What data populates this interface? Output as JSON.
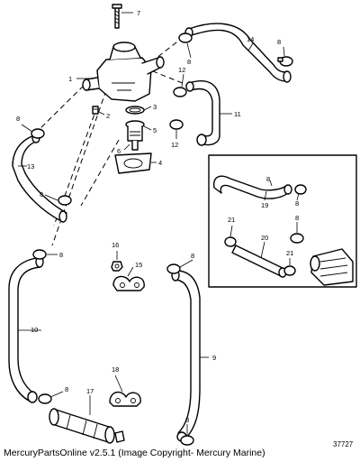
{
  "diagram": {
    "figure_number": "37727",
    "callouts": {
      "c1": "1",
      "c2": "2",
      "c3": "3",
      "c4": "4",
      "c5": "5",
      "c6": "6",
      "c7": "7",
      "c8": "8",
      "c9": "9",
      "c10": "10",
      "c11": "11",
      "c12": "12",
      "c13": "13",
      "c14": "14",
      "c15": "15",
      "c16": "16",
      "c17": "17",
      "c18": "18",
      "c19": "19",
      "c20": "20",
      "c21": "21"
    }
  },
  "footer": {
    "caption": "MercuryPartsOnline v2.5.1 (Image Copyright- Mercury Marine)"
  }
}
